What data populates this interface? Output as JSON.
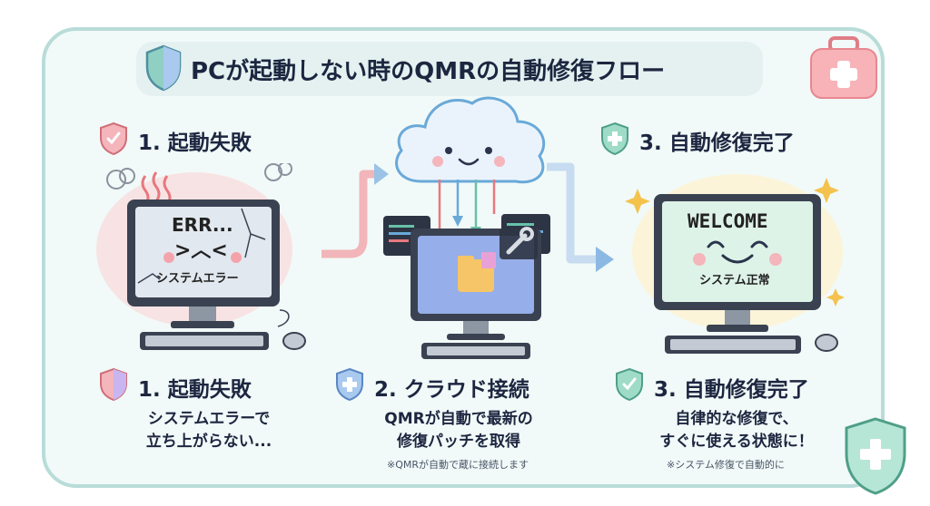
{
  "title": "PCが起動しない時のQMRの自動修復フロー",
  "steps_top": {
    "s1": "1. 起動失敗",
    "s3": "3. 自動修復完了"
  },
  "screens": {
    "error_code": "ERR...",
    "error_face": ">︿<",
    "error_label": "システムエラー",
    "welcome": "WELCOME",
    "normal_label": "システム正常"
  },
  "steps_bottom": [
    {
      "title": "1. 起動失敗",
      "desc_line1": "システムエラーで",
      "desc_line2": "立ち上がらない...",
      "note": ""
    },
    {
      "title": "2. クラウド接続",
      "desc_line1": "QMRが自動で最新の",
      "desc_line2": "修復パッチを取得",
      "note": "※QMRが自動で蔵に接続します"
    },
    {
      "title": "3. 自動修復完了",
      "desc_line1": "自律的な修復で、",
      "desc_line2": "すぐに使える状態に！",
      "note": "※システム修復で自動的に"
    }
  ],
  "colors": {
    "panel_border": "#b9dcd9",
    "error_red": "#e8787e",
    "cloud_blue": "#6aa9d8",
    "success_green": "#67c1a8"
  }
}
